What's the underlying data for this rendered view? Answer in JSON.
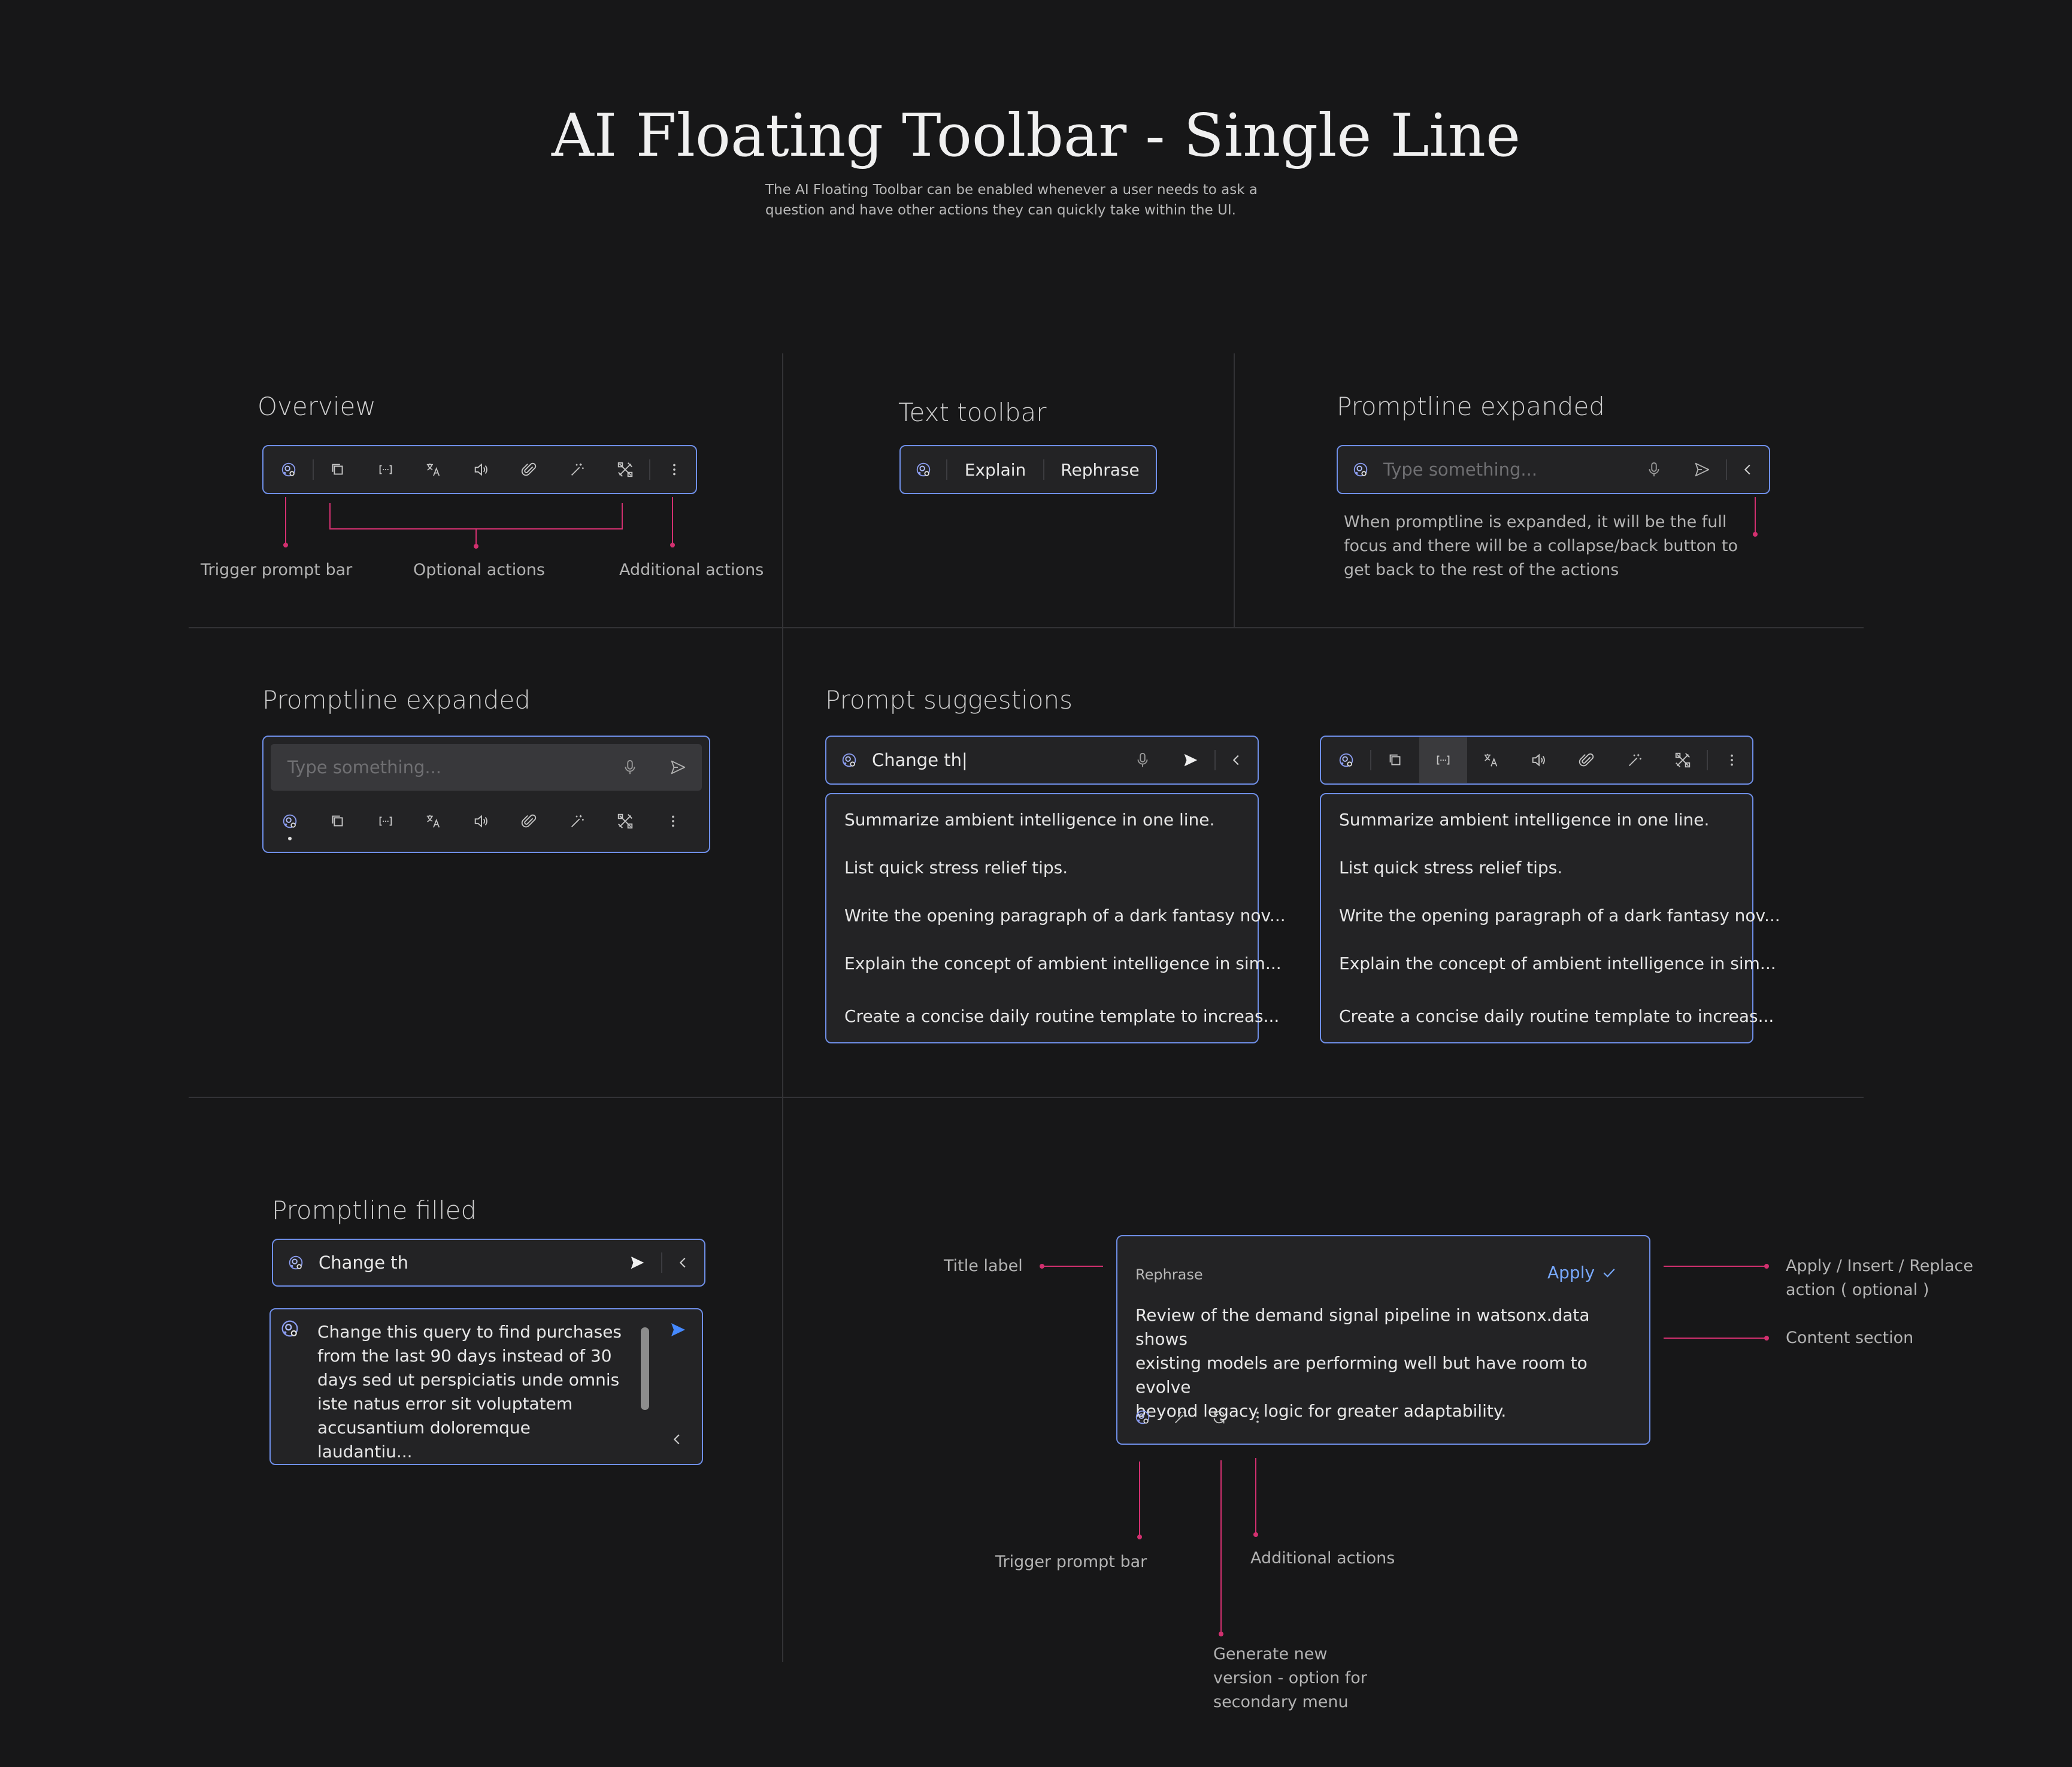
{
  "header": {
    "title": "AI Floating Toolbar - Single Line",
    "subtitle_line1": "The AI Floating Toolbar can be enabled whenever a user needs to ask a",
    "subtitle_line2": "question and have other actions they can quickly take within the UI."
  },
  "overview": {
    "title": "Overview",
    "annotations": {
      "trigger": "Trigger prompt bar",
      "optional": "Optional actions",
      "additional": "Additional actions"
    }
  },
  "text_toolbar": {
    "title": "Text toolbar",
    "explain": "Explain",
    "rephrase": "Rephrase"
  },
  "promptline_expanded_top": {
    "title": "Promptline expanded",
    "placeholder": "Type something...",
    "note_line1": "When promptline is expanded, it will be the full",
    "note_line2": "focus and there will be a collapse/back button to",
    "note_line3": "get back to the rest of the actions"
  },
  "promptline_expanded_left": {
    "title": "Promptline expanded",
    "placeholder": "Type something..."
  },
  "prompt_suggestions": {
    "title": "Prompt suggestions",
    "input_value": "Change th|",
    "items": [
      "Summarize ambient intelligence in one line.",
      "List quick stress relief tips.",
      "Write the opening paragraph of a dark fantasy nov...",
      "Explain the concept of ambient intelligence in sim...",
      "Create a concise daily routine template to increas..."
    ]
  },
  "promptline_filled": {
    "title": "Promptline filled",
    "input_value": "Change th",
    "expanded_lines": [
      "Change this query to find purchases",
      "from the last 90 days instead of 30",
      "days sed ut perspiciatis unde omnis",
      "iste natus error sit voluptatem",
      "accusantium doloremque laudantiu..."
    ]
  },
  "result_card": {
    "title_label": "Rephrase",
    "apply_label": "Apply",
    "content_lines": [
      "Review of the demand signal pipeline in watsonx.data shows",
      "existing models are performing well but have room to evolve",
      "beyond legacy logic for greater adaptability."
    ],
    "annotations": {
      "title_label": "Title label",
      "apply_line1": "Apply / Insert / Replace",
      "apply_line2": "action ( optional )",
      "content": "Content section",
      "trigger": "Trigger prompt bar",
      "additional": "Additional actions",
      "generate_line1": "Generate new",
      "generate_line2": "version - option for",
      "generate_line3": "secondary menu"
    }
  },
  "colors": {
    "background": "#171718",
    "border_accent": "#6f8fe8",
    "annotation": "#d2306f",
    "apply_blue": "#78a9ff",
    "send_blue": "#4589ff"
  }
}
